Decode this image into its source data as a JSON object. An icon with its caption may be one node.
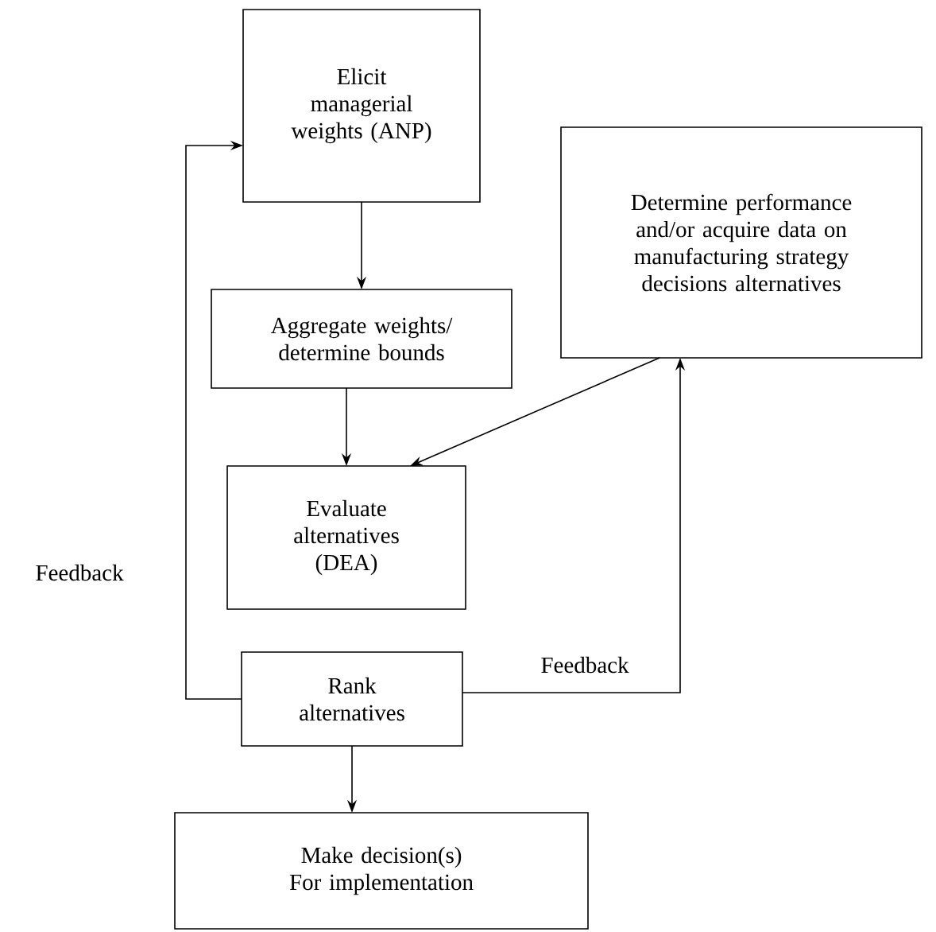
{
  "diagram": {
    "nodes": [
      {
        "text": [
          "Elicit managerial weights (ANP)"
        ]
      },
      {
        "text": [
          "Determine performance and/or acquire data on manufacturing strategy decisions alternatives"
        ]
      },
      {
        "text": [
          "Aggregate weights/ determine bounds"
        ]
      },
      {
        "text": [
          "Evaluate alternatives (DEA)"
        ]
      },
      {
        "text": [
          "Rank alternatives"
        ]
      },
      {
        "text": [
          "Make decision(s) For implementation"
        ]
      }
    ],
    "edges": [
      {
        "from": 0,
        "to": 2,
        "arrow": "to"
      },
      {
        "from": 2,
        "to": 3,
        "arrow": "to"
      },
      {
        "from": 1,
        "to": 3,
        "arrow": "to"
      },
      {
        "from": 4,
        "to": 5,
        "arrow": "to"
      },
      {
        "from": 4,
        "to": 0,
        "arrow": "to",
        "label": "Feedback"
      },
      {
        "from": 4,
        "to": 1,
        "arrow": "to",
        "label": "Feedback"
      }
    ]
  }
}
